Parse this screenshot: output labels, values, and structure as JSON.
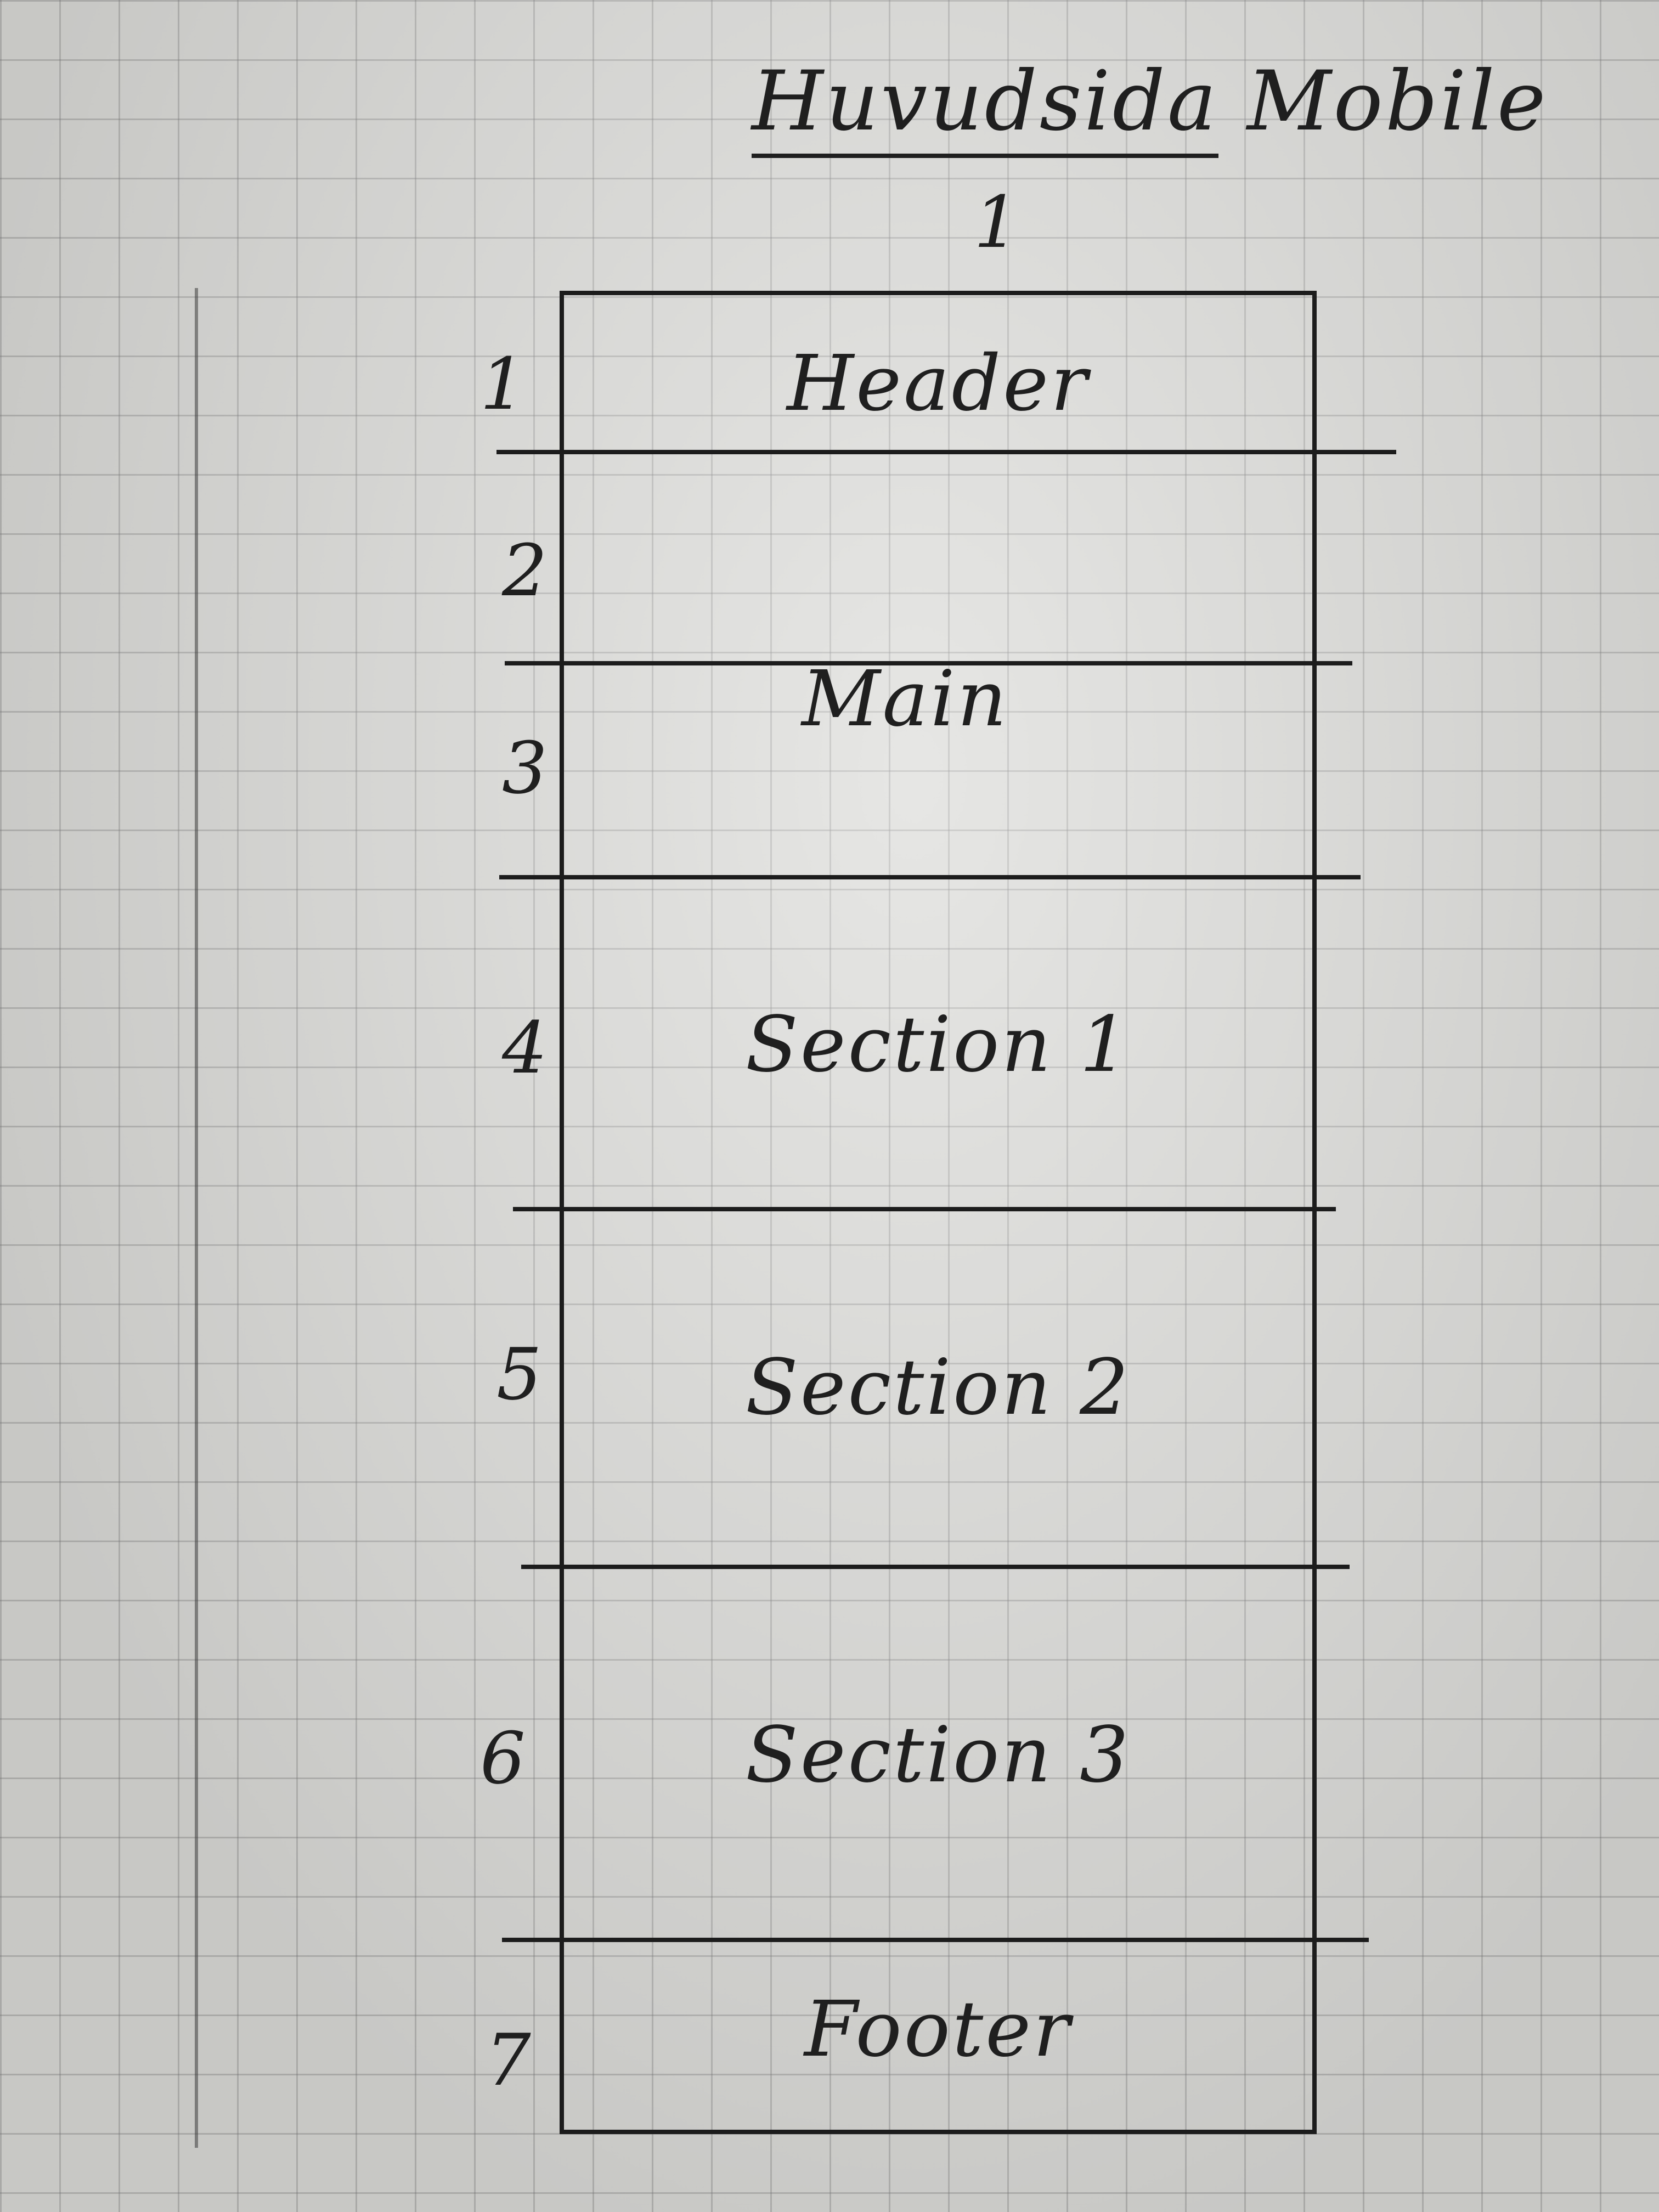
{
  "title": {
    "underlined": "Huvudsida",
    "rest": "Mobile"
  },
  "page_number": "1",
  "rows": [
    {
      "number": "1"
    },
    {
      "number": "2"
    },
    {
      "number": "3"
    },
    {
      "number": "4"
    },
    {
      "number": "5"
    },
    {
      "number": "6"
    },
    {
      "number": "7"
    }
  ],
  "regions": [
    {
      "label": "Header"
    },
    {
      "label": "Main"
    },
    {
      "label": "Section 1"
    },
    {
      "label": "Section 2"
    },
    {
      "label": "Section 3"
    },
    {
      "label": "Footer"
    }
  ]
}
